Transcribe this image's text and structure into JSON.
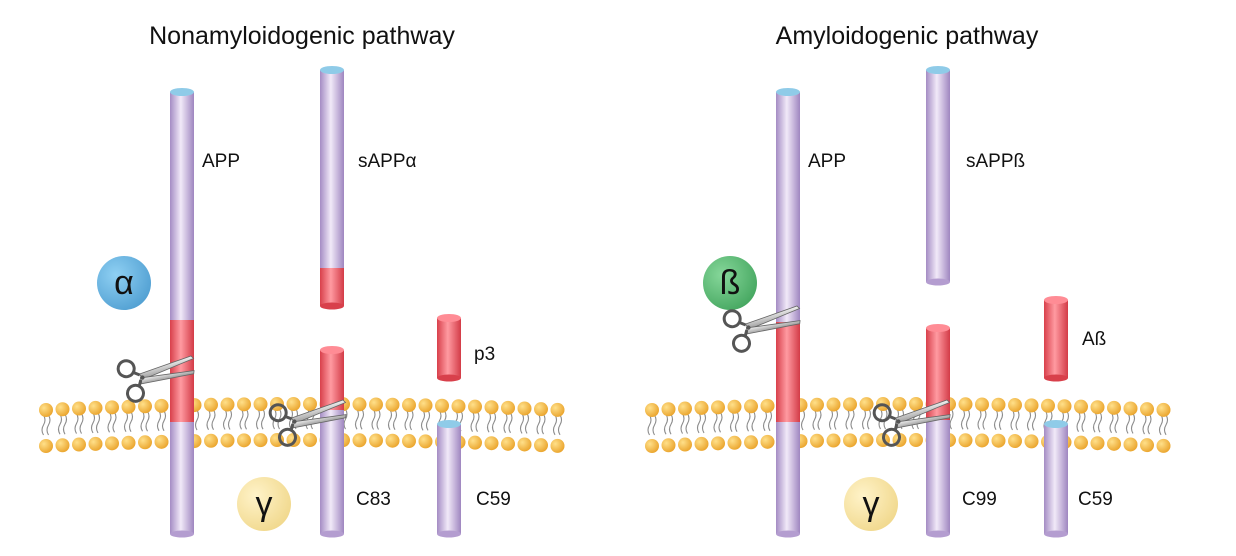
{
  "colors": {
    "rod_purple": "#c9b5de",
    "rod_red": "#e2505a",
    "rod_cap": "#8fcbe8",
    "lipid_head": "#f5b944",
    "enzyme_alpha": "#5aaede",
    "enzyme_beta": "#55b56f",
    "enzyme_gamma": "#f7e3a1"
  },
  "left": {
    "title": "Nonamyloidogenic pathway",
    "labels": {
      "app": "APP",
      "sapp": "sAPPα",
      "p3": "p3",
      "c83": "C83",
      "c59": "C59"
    },
    "enzymes": {
      "alpha": "α",
      "gamma": "γ"
    },
    "icons": [
      "scissors-icon",
      "scissors-icon"
    ]
  },
  "right": {
    "title": "Amyloidogenic pathway",
    "labels": {
      "app": "APP",
      "sapp": "sAPPß",
      "abeta": "Aß",
      "c99": "C99",
      "c59": "C59"
    },
    "enzymes": {
      "beta": "ß",
      "gamma": "γ"
    },
    "icons": [
      "scissors-icon",
      "scissors-icon"
    ]
  }
}
